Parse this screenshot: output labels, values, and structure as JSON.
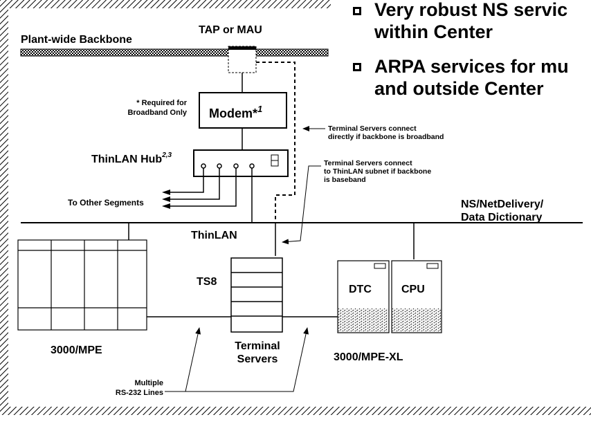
{
  "bullets": [
    {
      "line1": "Very robust NS servic",
      "line2": "within Center"
    },
    {
      "line1": "ARPA services for mu",
      "line2": "and outside Center"
    }
  ],
  "labels": {
    "backbone": "Plant-wide Backbone",
    "tap": "TAP or MAU",
    "modem": "Modem",
    "modem_star": "*",
    "modem_sup": "1",
    "required_line1": "* Required for",
    "required_line2": "Broadband Only",
    "hub": "ThinLAN Hub",
    "hub_sup": "2,3",
    "ts_direct_line1": "Terminal Servers connect",
    "ts_direct_line2": "directly if backbone is broadband",
    "ts_subnet_line1": "Terminal Servers connect",
    "ts_subnet_line2": "to ThinLAN subnet if backbone",
    "ts_subnet_line3": "is baseband",
    "other_segments": "To Other Segments",
    "ns_line1": "NS/NetDelivery/",
    "ns_line2": "Data Dictionary",
    "thinlan": "ThinLAN",
    "ts8": "TS8",
    "dtc": "DTC",
    "cpu": "CPU",
    "mpe": "3000/MPE",
    "mpexl": "3000/MPE-XL",
    "terminal": "Terminal",
    "servers": "Servers",
    "multiple": "Multiple",
    "rs232": "RS-232 Lines"
  }
}
